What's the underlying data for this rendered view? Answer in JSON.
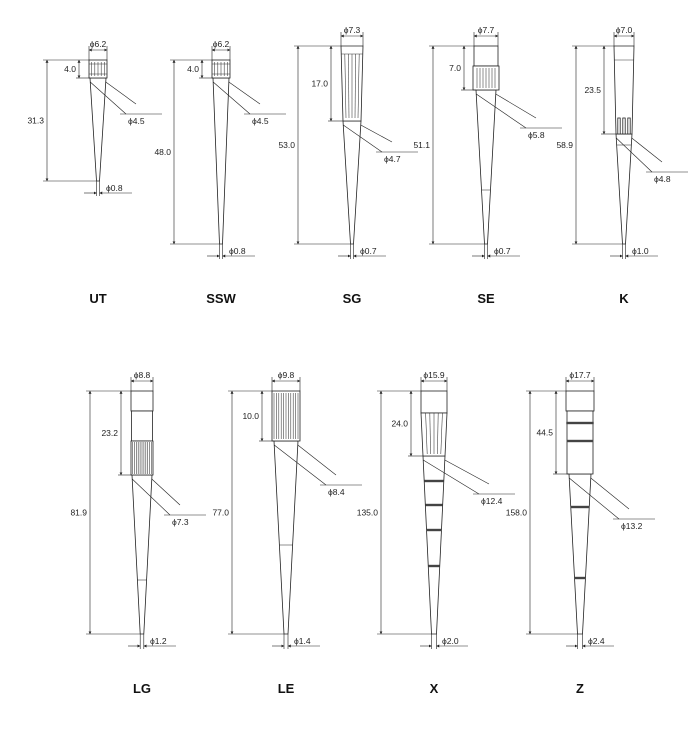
{
  "tips": [
    {
      "name": "UT",
      "top_diameter": "ϕ6.2",
      "collar_height": "4.0",
      "length": "31.3",
      "mid_diameter": "ϕ4.5",
      "end_diameter": "ϕ0.8"
    },
    {
      "name": "SSW",
      "top_diameter": "ϕ6.2",
      "collar_height": "4.0",
      "length": "48.0",
      "mid_diameter": "ϕ4.5",
      "end_diameter": "ϕ0.8"
    },
    {
      "name": "SG",
      "top_diameter": "ϕ7.3",
      "collar_height": "17.0",
      "length": "53.0",
      "mid_diameter": "ϕ4.7",
      "end_diameter": "ϕ0.7"
    },
    {
      "name": "SE",
      "top_diameter": "ϕ7.7",
      "collar_height": "7.0",
      "length": "51.1",
      "mid_diameter": "ϕ5.8",
      "end_diameter": "ϕ0.7"
    },
    {
      "name": "K",
      "top_diameter": "ϕ7.0",
      "collar_height": "23.5",
      "length": "58.9",
      "mid_diameter": "ϕ4.8",
      "end_diameter": "ϕ1.0"
    },
    {
      "name": "LG",
      "top_diameter": "ϕ8.8",
      "collar_height": "23.2",
      "length": "81.9",
      "mid_diameter": "ϕ7.3",
      "end_diameter": "ϕ1.2"
    },
    {
      "name": "LE",
      "top_diameter": "ϕ9.8",
      "collar_height": "10.0",
      "length": "77.0",
      "mid_diameter": "ϕ8.4",
      "end_diameter": "ϕ1.4"
    },
    {
      "name": "X",
      "top_diameter": "ϕ15.9",
      "collar_height": "24.0",
      "length": "135.0",
      "mid_diameter": "ϕ12.4",
      "end_diameter": "ϕ2.0"
    },
    {
      "name": "Z",
      "top_diameter": "ϕ17.7",
      "collar_height": "44.5",
      "length": "158.0",
      "mid_diameter": "ϕ13.2",
      "end_diameter": "ϕ2.4"
    }
  ]
}
